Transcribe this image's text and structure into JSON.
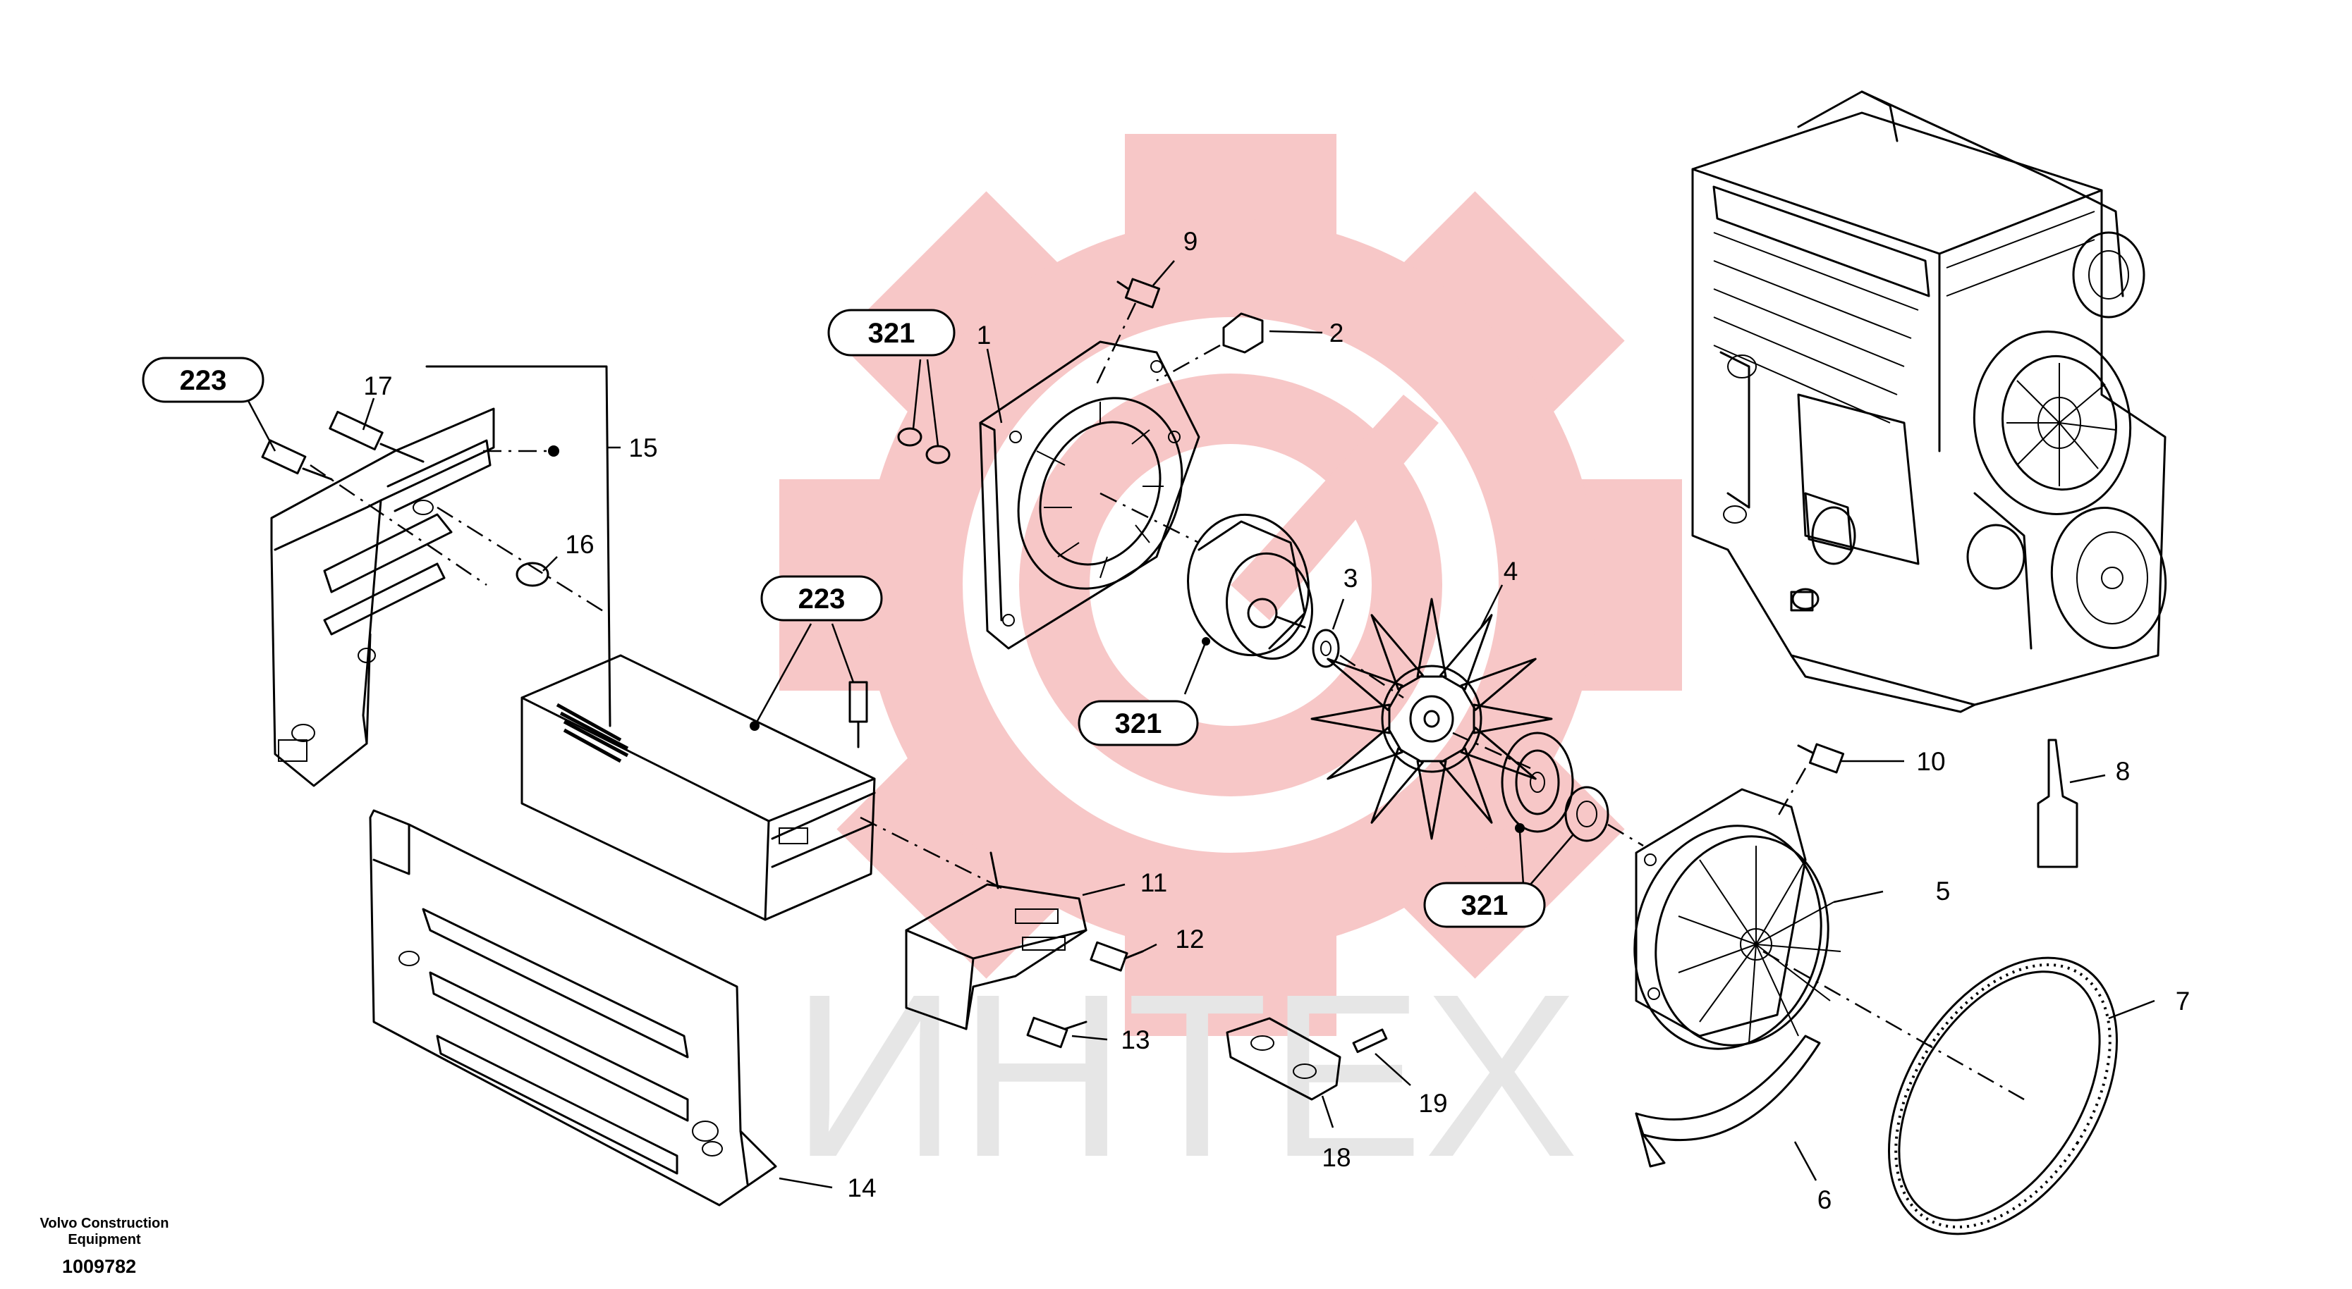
{
  "watermark": {
    "text": "ИНТЕХ",
    "gear_color": "#f7c7c7",
    "text_color": "#e6e6e6"
  },
  "footer": {
    "company_line1": "Volvo Construction",
    "company_line2": "Equipment",
    "drawing_number": "1009782"
  },
  "callouts": [
    {
      "id": "c1",
      "label": "1"
    },
    {
      "id": "c2",
      "label": "2"
    },
    {
      "id": "c3",
      "label": "3"
    },
    {
      "id": "c4",
      "label": "4"
    },
    {
      "id": "c5",
      "label": "5"
    },
    {
      "id": "c6",
      "label": "6"
    },
    {
      "id": "c7",
      "label": "7"
    },
    {
      "id": "c8",
      "label": "8"
    },
    {
      "id": "c9",
      "label": "9"
    },
    {
      "id": "c10",
      "label": "10"
    },
    {
      "id": "c11",
      "label": "11"
    },
    {
      "id": "c12",
      "label": "12"
    },
    {
      "id": "c13",
      "label": "13"
    },
    {
      "id": "c14",
      "label": "14"
    },
    {
      "id": "c15",
      "label": "15"
    },
    {
      "id": "c16",
      "label": "16"
    },
    {
      "id": "c17",
      "label": "17"
    },
    {
      "id": "c18",
      "label": "18"
    },
    {
      "id": "c19",
      "label": "19"
    }
  ],
  "references": [
    {
      "id": "r223a",
      "label": "223"
    },
    {
      "id": "r223b",
      "label": "223"
    },
    {
      "id": "r321a",
      "label": "321"
    },
    {
      "id": "r321b",
      "label": "321"
    },
    {
      "id": "r321c",
      "label": "321"
    }
  ]
}
